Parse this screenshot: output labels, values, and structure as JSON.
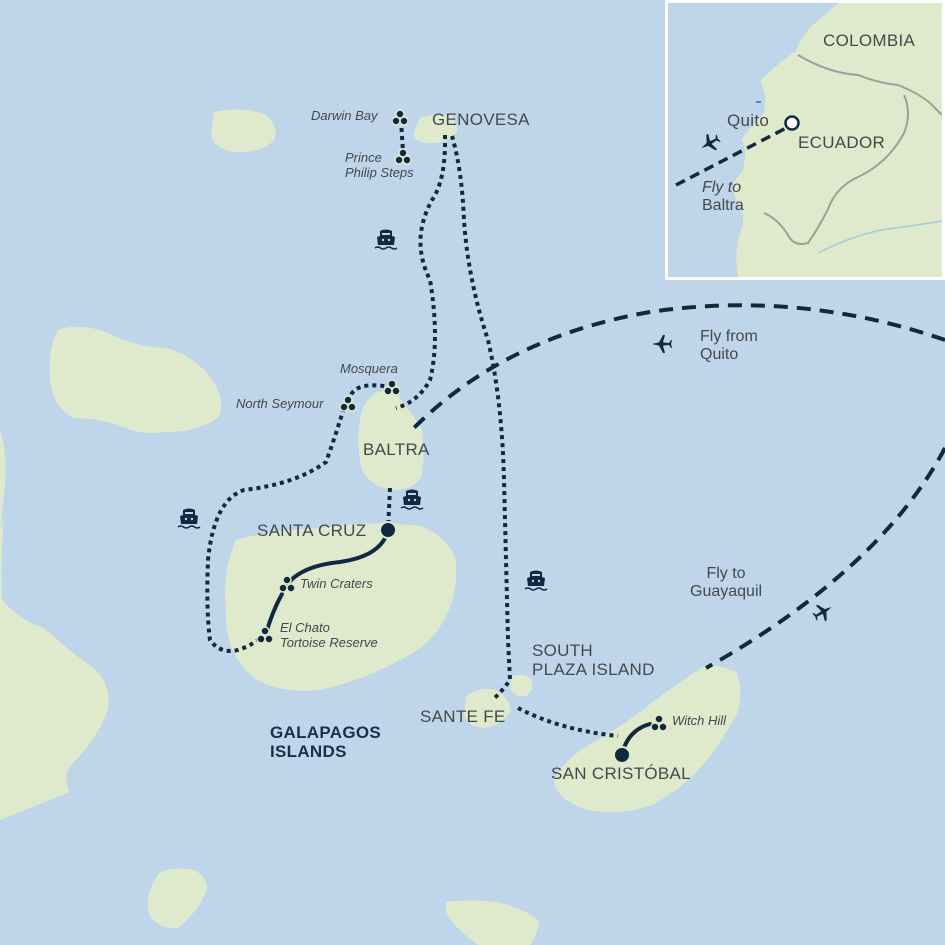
{
  "map": {
    "title_line1": "GALAPAGOS",
    "title_line2": "ISLANDS",
    "colors": {
      "sea": "#bfd6ea",
      "land": "#deeacb",
      "route": "#11293f",
      "text": "#45484a",
      "title": "#1a2f4a"
    }
  },
  "islands": {
    "genovesa": "GENOVESA",
    "baltra": "BALTRA",
    "santa_cruz": "SANTA CRUZ",
    "south_plaza_line1": "SOUTH",
    "south_plaza_line2": "PLAZA ISLAND",
    "sante_fe": "SANTE FE",
    "san_cristobal": "SAN CRISTÓBAL"
  },
  "sites": {
    "darwin_bay": "Darwin Bay",
    "prince_philip_line1": "Prince",
    "prince_philip_line2": "Philip Steps",
    "mosquera": "Mosquera",
    "north_seymour": "North Seymour",
    "twin_craters": "Twin Craters",
    "el_chato_line1": "El Chato",
    "el_chato_line2": "Tortoise Reserve",
    "witch_hill": "Witch Hill"
  },
  "flights": {
    "from_quito_line1": "Fly from",
    "from_quito_line2": "Quito",
    "to_guayaquil_line1": "Fly to",
    "to_guayaquil_line2": "Guayaquil"
  },
  "inset": {
    "colombia": "COLOMBIA",
    "ecuador": "ECUADOR",
    "quito": "Quito",
    "fly_to_line1": "Fly to",
    "fly_to_line2": "Baltra"
  },
  "icons": {
    "ship": "ship-icon",
    "plane": "airplane-icon",
    "site_marker": "three-dot-site-marker",
    "port_marker": "port-dot-marker"
  }
}
